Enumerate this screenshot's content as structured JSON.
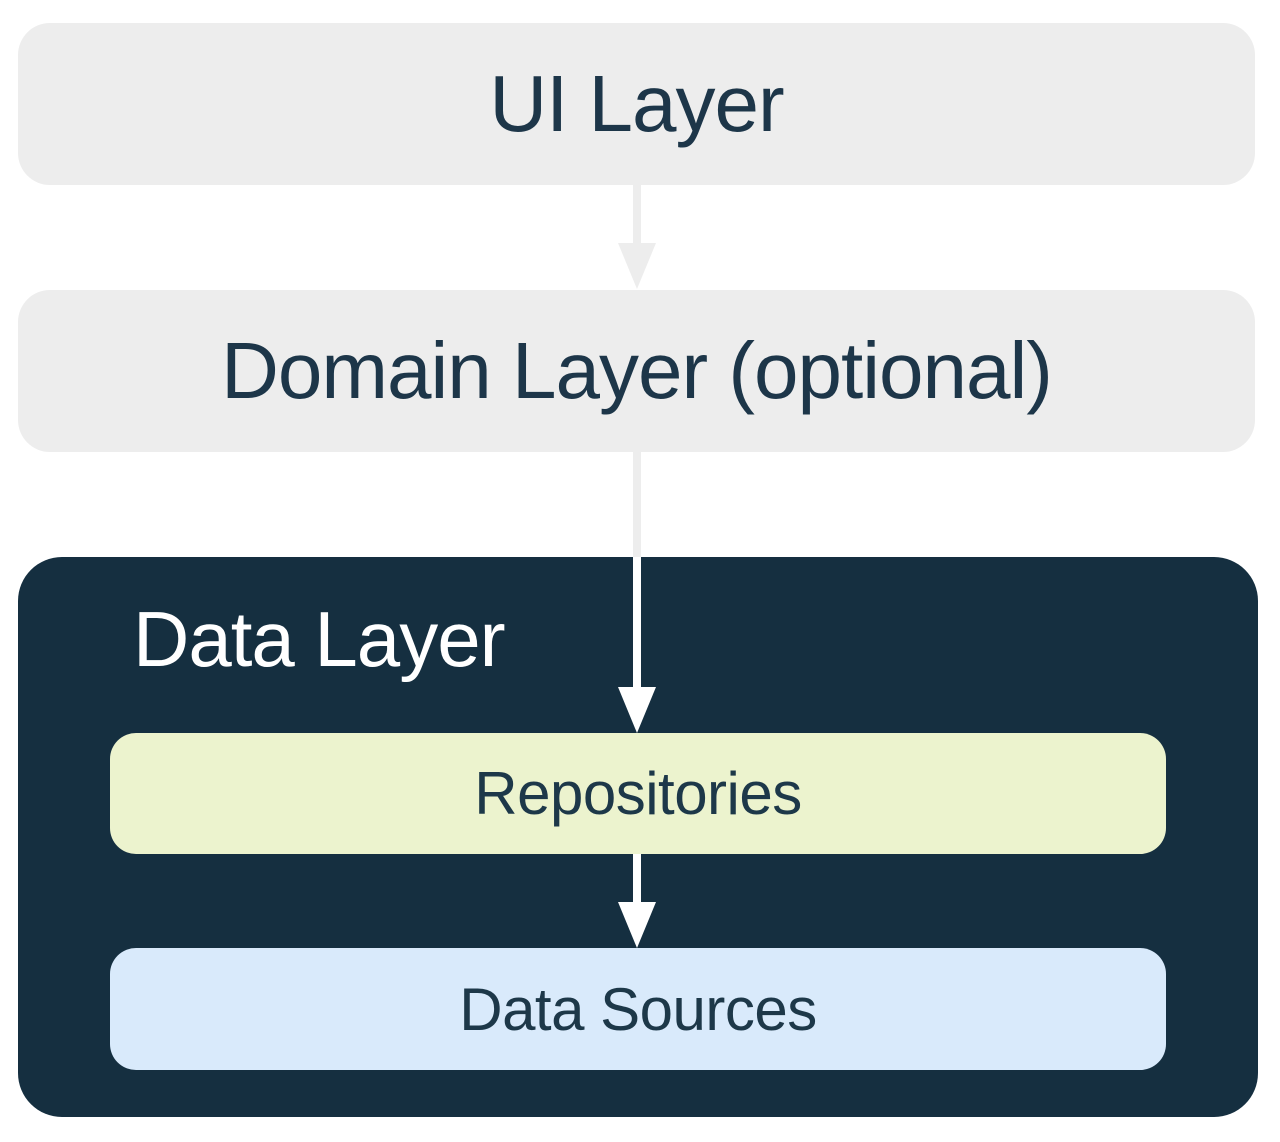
{
  "diagram": {
    "background": "#FFFFFF",
    "nodes": {
      "ui_layer": {
        "label": "UI Layer",
        "bg": "#EDEDED",
        "text_color": "#1D3649"
      },
      "domain_layer": {
        "label": "Domain Layer (optional)",
        "bg": "#EDEDED",
        "text_color": "#1D3649"
      },
      "data_layer": {
        "label": "Data Layer",
        "bg": "#152F40",
        "text_color": "#FFFFFF"
      },
      "repositories": {
        "label": "Repositories",
        "bg": "#ECF3CE",
        "text_color": "#1D3849"
      },
      "data_sources": {
        "label": "Data Sources",
        "bg": "#D9EAFB",
        "text_color": "#1D3849"
      }
    },
    "edges": [
      {
        "from": "ui_layer",
        "to": "domain_layer",
        "icon": "arrow-down-icon",
        "color": "#EDEDED"
      },
      {
        "from": "domain_layer",
        "to": "repositories",
        "icon": "arrow-down-icon",
        "color_start": "#EDEDED",
        "color_end": "#FFFFFF"
      },
      {
        "from": "repositories",
        "to": "data_sources",
        "icon": "arrow-down-icon",
        "color": "#FFFFFF"
      }
    ]
  }
}
